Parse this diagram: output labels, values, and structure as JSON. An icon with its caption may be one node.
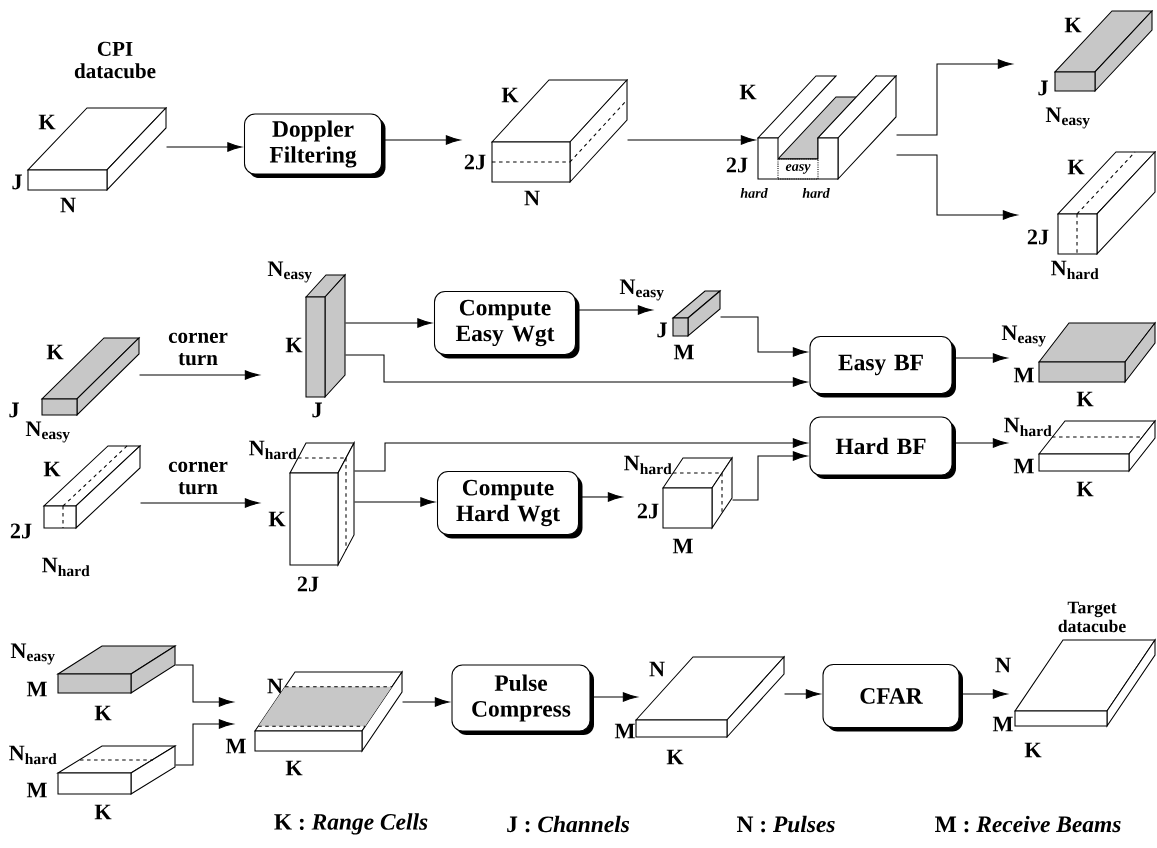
{
  "diagram": {
    "nodes": [
      {
        "text": [],
        "shape": "box",
        "beside": [
          "CPI datacube",
          "K",
          "J",
          "N"
        ]
      },
      {
        "text": [
          "Doppler Filtering"
        ]
      },
      {
        "text": [],
        "shape": "box",
        "beside": [
          "K",
          "2J",
          "N"
        ]
      },
      {
        "text": [],
        "shape": "box",
        "beside": [
          "K",
          "2J",
          "hard",
          "hard"
        ]
      },
      {
        "text": [],
        "shape": "box",
        "beside": [
          "K",
          "J",
          "N$_{easy}$"
        ]
      },
      {
        "text": [],
        "shape": "box",
        "beside": [
          "K",
          "2J",
          "N$_{hard}$"
        ]
      },
      {
        "text": [],
        "shape": "box",
        "beside": [
          "K",
          "J",
          "N$_{easy}$"
        ]
      },
      {
        "text": [],
        "shape": "box",
        "beside": [
          "N$_{easy}$",
          "K",
          "J"
        ]
      },
      {
        "text": [
          "Compute Easy Wgt"
        ]
      },
      {
        "text": [],
        "shape": "box",
        "beside": [
          "N$_{easy}$",
          "J",
          "M"
        ]
      },
      {
        "text": [
          "Easy BF"
        ]
      },
      {
        "text": [],
        "shape": "box",
        "beside": [
          "N$_{easy}$",
          "M",
          "K"
        ]
      },
      {
        "text": [],
        "shape": "box",
        "beside": [
          "K",
          "2J",
          "N$_{hard}$"
        ]
      },
      {
        "text": [],
        "shape": "box",
        "beside": [
          "N$_{hard}$",
          "K",
          "2J"
        ]
      },
      {
        "text": [
          "Hard BF"
        ]
      },
      {
        "text": [
          "Compute Hard Wgt"
        ]
      },
      {
        "text": [],
        "shape": "box",
        "beside": [
          "N$_{hard}$",
          "2J",
          "M"
        ]
      },
      {
        "text": [],
        "shape": "box",
        "beside": [
          "N$_{hard}$",
          "M",
          "K"
        ]
      },
      {
        "text": [],
        "shape": "box",
        "beside": [
          "N$_{easy}$",
          "M",
          "K"
        ]
      },
      {
        "text": [],
        "shape": "box",
        "beside": [
          "N$_{hard}$",
          "M",
          "K"
        ]
      },
      {
        "text": [],
        "shape": "box",
        "beside": [
          "N",
          "M",
          "K"
        ]
      },
      {
        "text": [
          "Pulse Compress"
        ]
      },
      {
        "text": [],
        "shape": "box",
        "beside": [
          "N",
          "M",
          "K"
        ]
      },
      {
        "text": [
          "CFAR"
        ]
      },
      {
        "text": [],
        "shape": "box",
        "beside": [
          "Target datacube",
          "N",
          "M",
          "K"
        ]
      },
      {
        "text": [
          "easy"
        ],
        "in": 3
      }
    ],
    "edges": [
      {
        "from": 0,
        "to": 1,
        "arrow": "to"
      },
      {
        "from": 1,
        "to": 2,
        "arrow": "to"
      },
      {
        "from": 2,
        "to": 3,
        "arrow": "to"
      },
      {
        "from": 3,
        "to": 4,
        "arrow": "to"
      },
      {
        "from": 3,
        "to": 5,
        "arrow": "to"
      },
      {
        "from": 6,
        "to": 7,
        "arrow": "to",
        "label": "corner turn"
      },
      {
        "from": 7,
        "to": 8,
        "arrow": "to"
      },
      {
        "from": 7,
        "to": 10,
        "arrow": "to"
      },
      {
        "from": 8,
        "to": 9,
        "arrow": "to"
      },
      {
        "from": 9,
        "to": 10,
        "arrow": "to"
      },
      {
        "from": 10,
        "to": 11,
        "arrow": "to"
      },
      {
        "from": 12,
        "to": 13,
        "arrow": "to",
        "label": "corner turn"
      },
      {
        "from": 13,
        "to": 15,
        "arrow": "to"
      },
      {
        "from": 13,
        "to": 14,
        "arrow": "to"
      },
      {
        "from": 15,
        "to": 16,
        "arrow": "to"
      },
      {
        "from": 16,
        "to": 14,
        "arrow": "to"
      },
      {
        "from": 14,
        "to": 17,
        "arrow": "to"
      },
      {
        "from": 18,
        "to": 20,
        "arrow": "to"
      },
      {
        "from": 19,
        "to": 20,
        "arrow": "to"
      },
      {
        "from": 20,
        "to": 21,
        "arrow": "to"
      },
      {
        "from": 21,
        "to": 22,
        "arrow": "to"
      },
      {
        "from": 22,
        "to": 23,
        "arrow": "to"
      },
      {
        "from": 23,
        "to": 24,
        "arrow": "to"
      }
    ],
    "labels": [
      "K : *Range Cells*",
      "J : *Channels*",
      "N : *Pulses*",
      "M : *Receive Beams*"
    ]
  }
}
